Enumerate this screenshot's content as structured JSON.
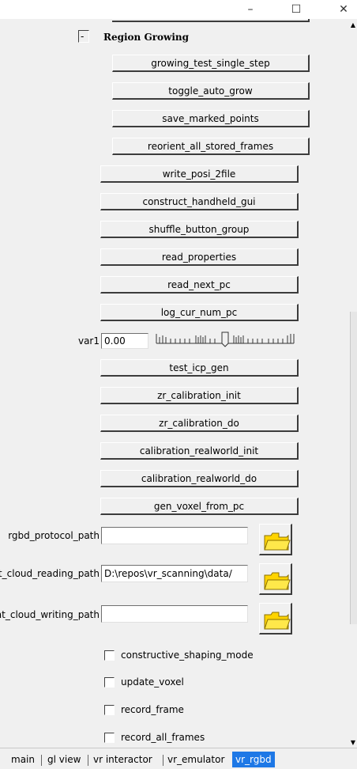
{
  "window": {
    "minimize_glyph": "–",
    "maximize_glyph": "☐",
    "close_glyph": "✕"
  },
  "group": {
    "toggle_symbol": "-",
    "title": "Region Growing"
  },
  "buttons": [
    "growing_test_single_step",
    "toggle_auto_grow",
    "save_marked_points",
    "reorient_all_stored_frames",
    "write_posi_2file",
    "construct_handheld_gui",
    "shuffle_button_group",
    "read_properties",
    "read_next_pc",
    "log_cur_num_pc",
    "test_icp_gen",
    "zr_calibration_init",
    "zr_calibration_do",
    "calibration_realworld_init",
    "calibration_realworld_do",
    "gen_voxel_from_pc"
  ],
  "var1": {
    "label": "var1",
    "value": "0.00",
    "slider_position": 0.5
  },
  "paths": [
    {
      "label": "rgbd_protocol_path",
      "value": ""
    },
    {
      "label": "point_cloud_reading_path",
      "value": "D:\\repos\\vr_scanning\\data/"
    },
    {
      "label": "point_cloud_writing_path",
      "value": ""
    }
  ],
  "checkboxes": [
    {
      "label": "constructive_shaping_mode",
      "checked": false
    },
    {
      "label": "update_voxel",
      "checked": false
    },
    {
      "label": "record_frame",
      "checked": false
    },
    {
      "label": "record_all_frames",
      "checked": false
    }
  ],
  "tabs": [
    {
      "label": "main",
      "active": false
    },
    {
      "label": "gl view",
      "active": false
    },
    {
      "label": "vr interactor",
      "active": false
    },
    {
      "label": "vr_emulator",
      "active": false
    },
    {
      "label": "vr_rgbd",
      "active": true
    }
  ],
  "colors": {
    "active_tab": "#1e78e6",
    "folder_yellow": "#ffd400"
  }
}
